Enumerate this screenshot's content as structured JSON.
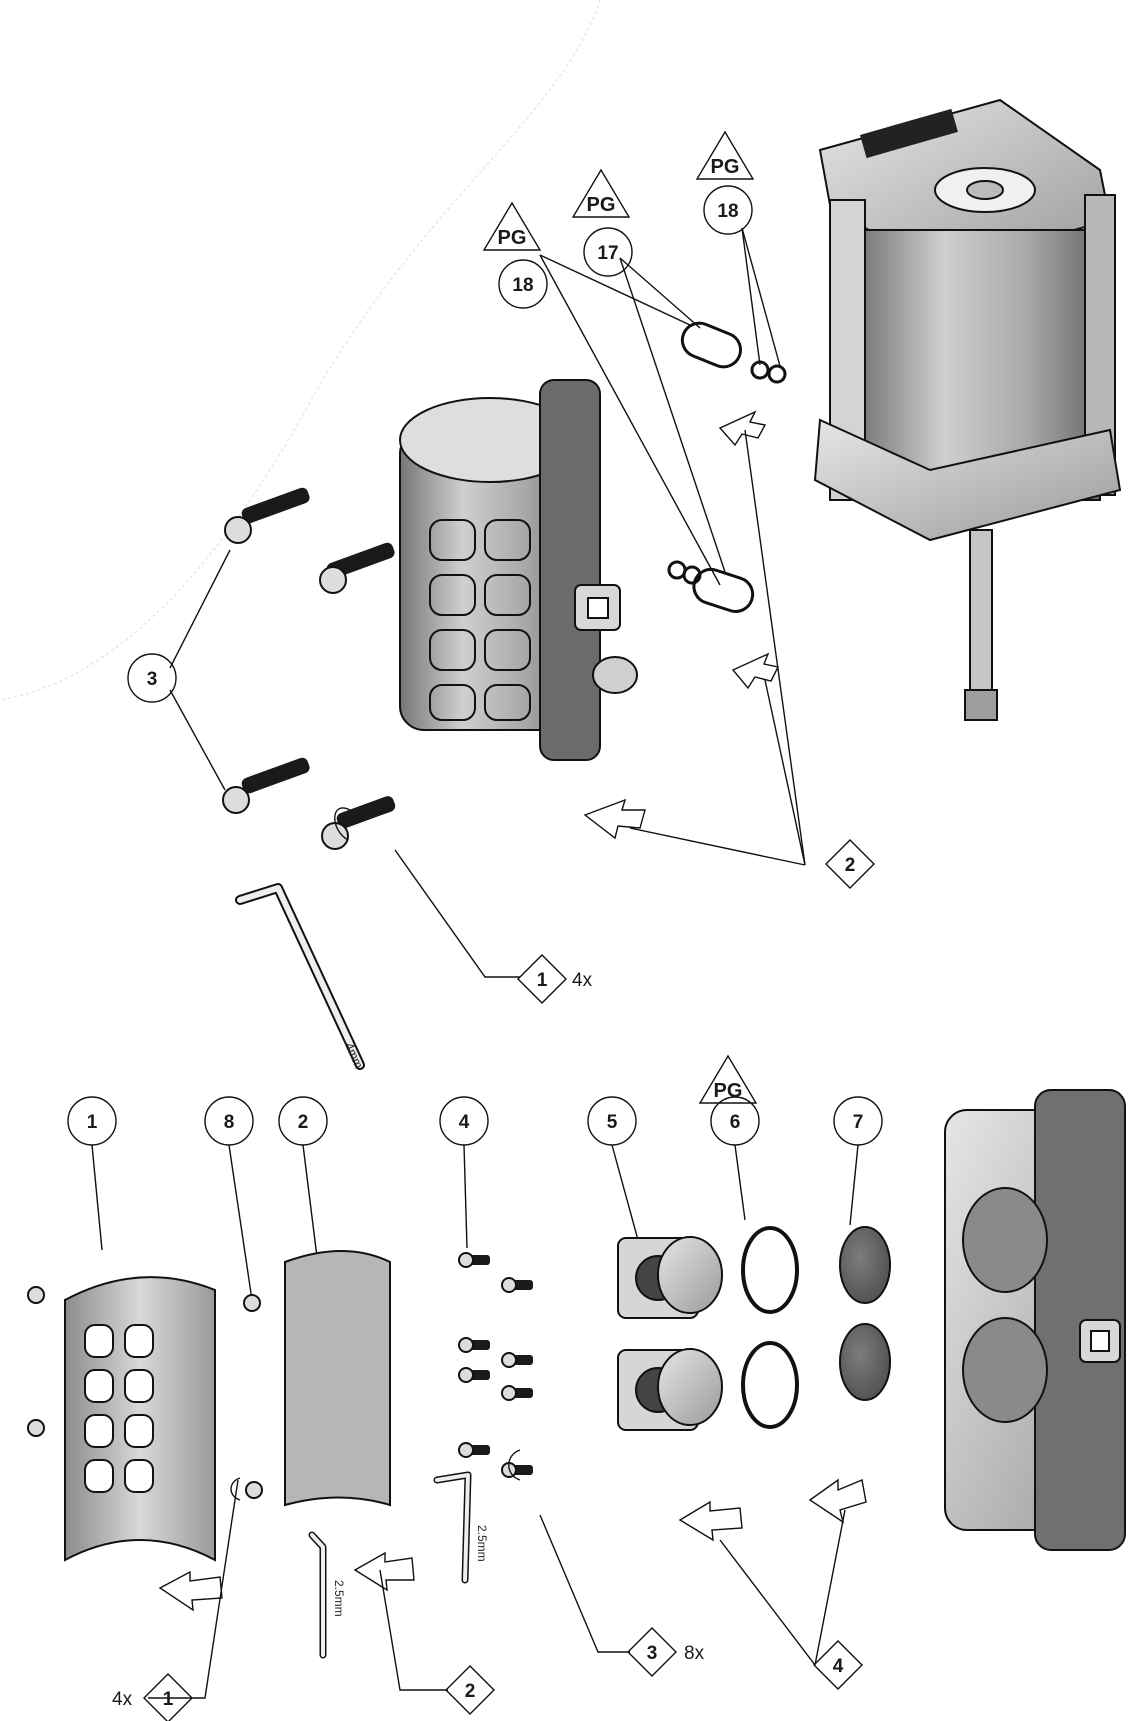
{
  "top": {
    "pg_marks": [
      "PG",
      "PG",
      "PG"
    ],
    "callouts": {
      "c3": "3",
      "c18a": "18",
      "c17": "17",
      "c18b": "18"
    },
    "steps": {
      "s1": "1",
      "s1_qty": "4x",
      "s2": "2"
    },
    "tools": {
      "key_4mm": "4mm"
    }
  },
  "bottom": {
    "pg_mark": "PG",
    "callouts": {
      "c1": "1",
      "c8": "8",
      "c2": "2",
      "c4": "4",
      "c5": "5",
      "c6": "6",
      "c7": "7"
    },
    "steps": {
      "s1": "1",
      "s1_qty": "4x",
      "s2": "2",
      "s3": "3",
      "s3_qty": "8x",
      "s4": "4"
    },
    "tools": {
      "key_a": "2.5mm",
      "key_b": "2.5mm"
    }
  }
}
